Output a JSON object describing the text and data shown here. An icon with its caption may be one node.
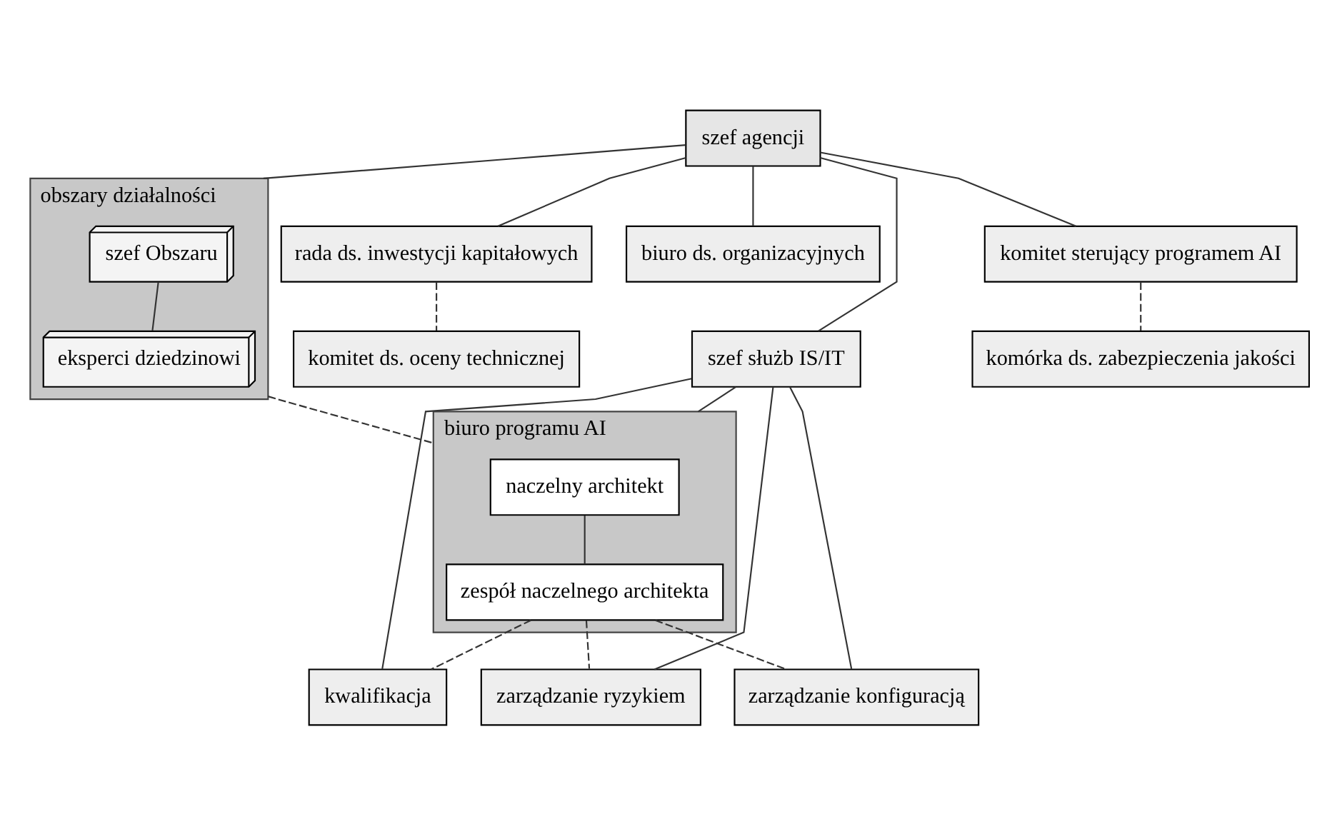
{
  "diagram": {
    "nodes": [
      {
        "text": [
          "szef agencji"
        ]
      },
      {
        "text": [
          "obszary działalności"
        ]
      },
      {
        "text": [
          "szef Obszaru"
        ],
        "in": 1
      },
      {
        "text": [
          "eksperci dziedzinowi"
        ],
        "in": 1
      },
      {
        "text": [
          "komitet sterujący programem AI"
        ]
      },
      {
        "text": [
          "szef służb IS/IT"
        ]
      },
      {
        "text": [
          "rada ds. inwestycji kapitałowych"
        ]
      },
      {
        "text": [
          "biuro ds. organizacyjnych"
        ]
      },
      {
        "text": [
          "komórka ds. zabezpieczenia jakości"
        ]
      },
      {
        "text": [
          "komitet ds. oceny technicznej"
        ]
      },
      {
        "text": [
          "biuro programu AI"
        ]
      },
      {
        "text": [
          "naczelny architekt"
        ],
        "in": 10
      },
      {
        "text": [
          "zespół naczelnego architekta"
        ],
        "in": 10
      },
      {
        "text": [
          "kwalifikacja"
        ]
      },
      {
        "text": [
          "zarządzanie ryzykiem"
        ]
      },
      {
        "text": [
          "zarządzanie konfiguracją"
        ]
      }
    ],
    "edges": [
      {
        "from": 0,
        "to": 1,
        "arrow": "none"
      },
      {
        "from": 0,
        "to": 4,
        "arrow": "none"
      },
      {
        "from": 0,
        "to": 5,
        "arrow": "none"
      },
      {
        "from": 0,
        "to": 6,
        "arrow": "none"
      },
      {
        "from": 0,
        "to": 7,
        "arrow": "none"
      },
      {
        "from": 2,
        "to": 3,
        "arrow": "none"
      },
      {
        "from": 4,
        "to": 8,
        "arrow": "none",
        "style": "dashed"
      },
      {
        "from": 6,
        "to": 9,
        "arrow": "none",
        "style": "dashed"
      },
      {
        "from": 1,
        "to": 10,
        "arrow": "none",
        "style": "dashed"
      },
      {
        "from": 5,
        "to": 10,
        "arrow": "none"
      },
      {
        "from": 5,
        "to": 13,
        "arrow": "none"
      },
      {
        "from": 5,
        "to": 15,
        "arrow": "none"
      },
      {
        "from": 5,
        "to": 14,
        "arrow": "none"
      },
      {
        "from": 11,
        "to": 12,
        "arrow": "none"
      },
      {
        "from": 12,
        "to": 13,
        "arrow": "none",
        "style": "dashed"
      },
      {
        "from": 12,
        "to": 15,
        "arrow": "none",
        "style": "dashed"
      },
      {
        "from": 12,
        "to": 14,
        "arrow": "none",
        "style": "dashed"
      }
    ]
  }
}
